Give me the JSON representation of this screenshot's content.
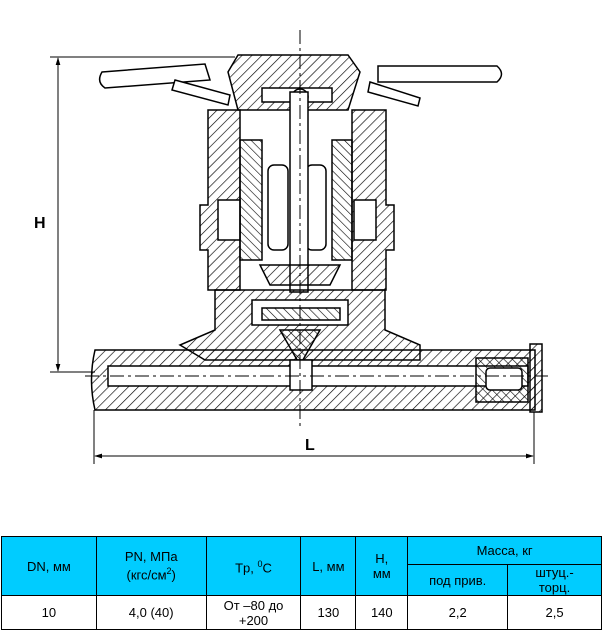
{
  "drawing": {
    "dim_height_label": "H",
    "dim_length_label": "L"
  },
  "table": {
    "headers": {
      "dn": "DN, мм",
      "pn_line1": "PN, МПа",
      "pn_line2_prefix": "(кгс/см",
      "pn_line2_sup": "2",
      "pn_line2_suffix": ")",
      "tp_prefix": "Tp, ",
      "tp_sup": "0",
      "tp_suffix": "C",
      "l": "L, мм",
      "h_line1": "H,",
      "h_line2": "мм",
      "mass": "Масса, кг",
      "mass_drive": "под прив.",
      "mass_fitting_line1": "штуц.-",
      "mass_fitting_line2": "торц."
    },
    "row": {
      "dn": "10",
      "pn": "4,0 (40)",
      "tp_line1": "От –80 до",
      "tp_line2": "+200",
      "l": "130",
      "h": "140",
      "mass_drive": "2,2",
      "mass_fitting": "2,5"
    }
  }
}
